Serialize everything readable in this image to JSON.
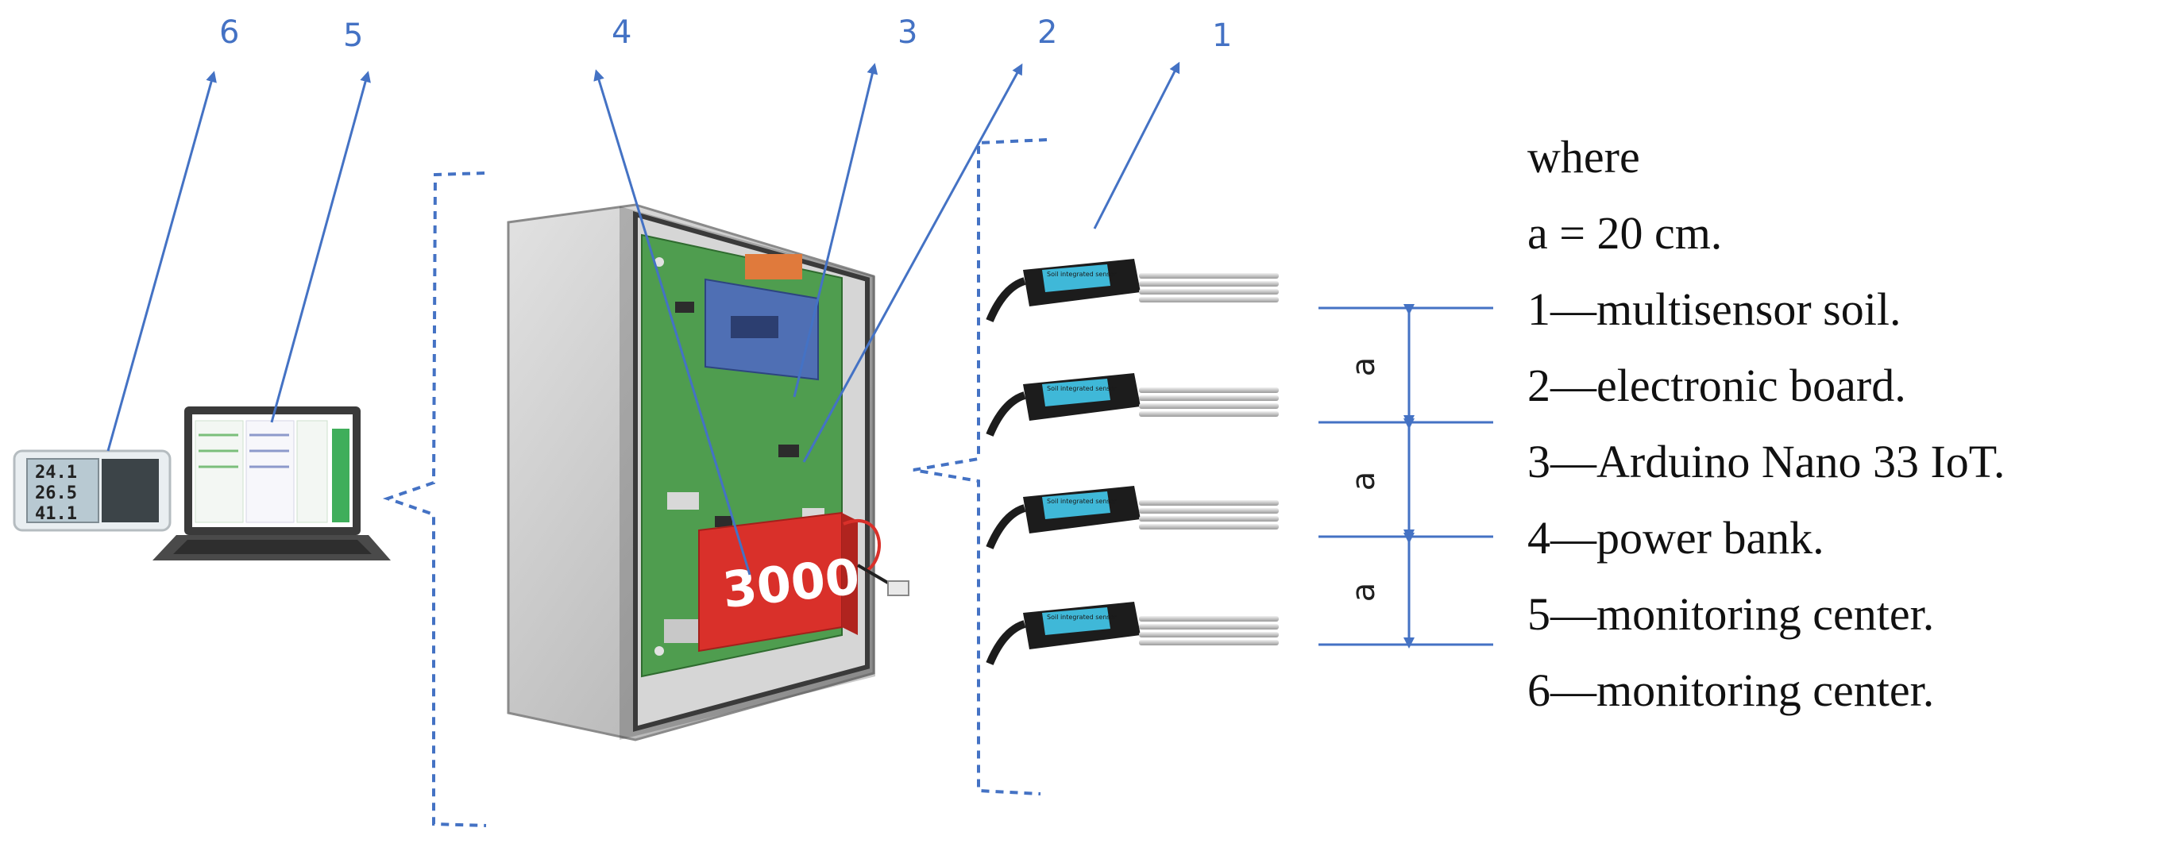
{
  "callouts": [
    "1",
    "2",
    "3",
    "4",
    "5",
    "6"
  ],
  "dimension_symbol": "a",
  "device_readout": [
    "24.1",
    "26.5",
    "41.1"
  ],
  "battery_label": "3000",
  "sensor_title": "Soil integrated sensor",
  "legend": {
    "heading": "where",
    "items": [
      "a = 20 cm.",
      "1—multisensor soil.",
      "2—electronic board.",
      "3—Arduino Nano 33 IoT.",
      "4—power bank.",
      "5—monitoring center.",
      "6—monitoring center."
    ]
  },
  "colors": {
    "callout_blue": "#4472c4",
    "enclosure_grey": "#c9c9c9",
    "board_green": "#4f9d4f",
    "battery_red": "#d9302a",
    "sensor_body": "#1c1c1c",
    "sensor_label": "#3fb8d8"
  }
}
